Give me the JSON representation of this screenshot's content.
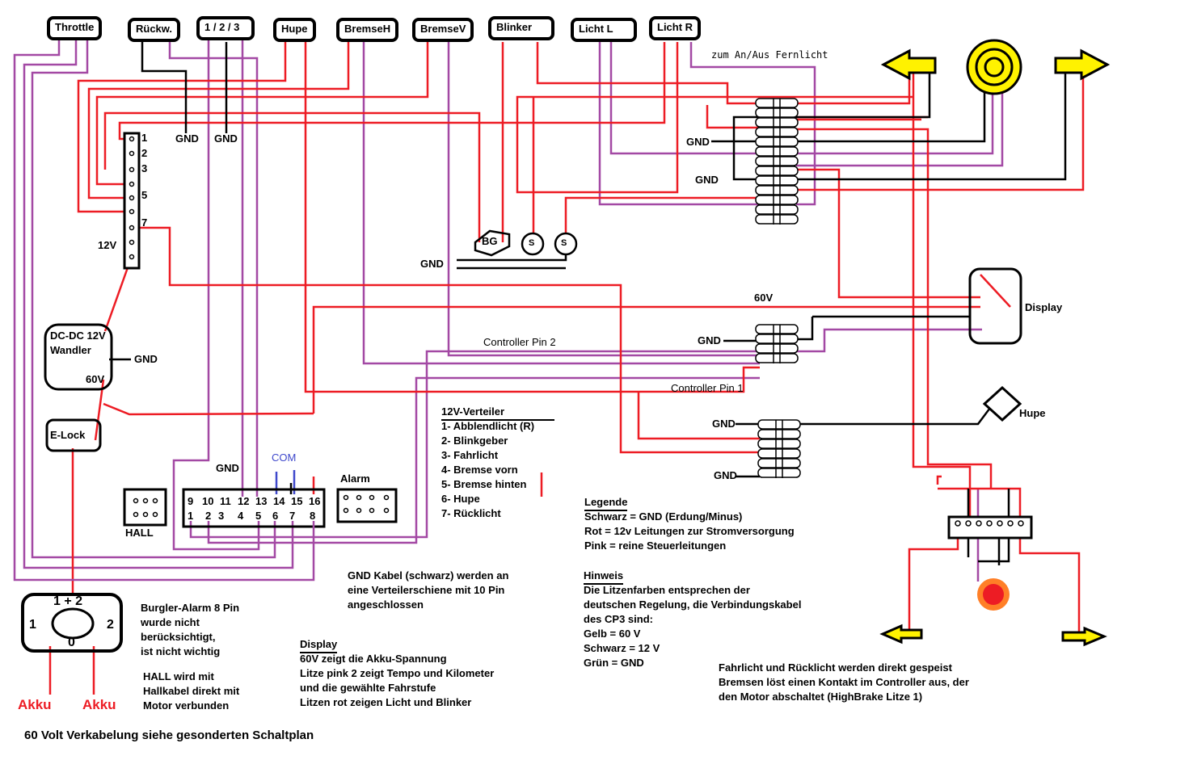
{
  "colors": {
    "red": "#ed1c24",
    "purple": "#a349a4",
    "black": "#000000",
    "blue": "#3f48cc",
    "yellow": "#fff200"
  },
  "switches": [
    "Throttle",
    "Rückw.",
    "1 / 2 / 3",
    "Hupe",
    "BremseH",
    "BremseV",
    "Blinker",
    "Licht L",
    "Licht R"
  ],
  "fernlicht_note": "zum An/Aus Fernlicht",
  "distributor_pins": [
    "1",
    "2",
    "3",
    "5",
    "7"
  ],
  "labels": {
    "gnd": "GND",
    "v12": "12V",
    "v60": "60V",
    "display": "Display",
    "hupe": "Hupe",
    "ctrl_pin2": "Controller Pin 2",
    "ctrl_pin1": "Controller Pin 1",
    "bg": "BG",
    "s": "S",
    "com": "COM",
    "alarm": "Alarm",
    "hall": "HALL",
    "elock": "E-Lock",
    "dcdc1": "DC-DC 12V",
    "dcdc2": "Wandler",
    "key_top": "1 + 2",
    "key_left": "1",
    "key_right": "2",
    "key_bottom": "0",
    "akku": "Akku"
  },
  "controller_pins_top": [
    "9",
    "10",
    "11",
    "12",
    "13",
    "14",
    "15",
    "16"
  ],
  "controller_pins_bottom": [
    "1",
    "2",
    "3",
    "4",
    "5",
    "6",
    "7",
    "8"
  ],
  "verteiler": {
    "title": "12V-Verteiler",
    "items": [
      "1- Abblendlicht (R)",
      "2- Blinkgeber",
      "3- Fahrlicht",
      "4- Bremse vorn",
      "5- Bremse hinten",
      "6- Hupe",
      "7- Rücklicht"
    ]
  },
  "legende": {
    "title": "Legende",
    "items": [
      "Schwarz = GND (Erdung/Minus)",
      "Rot = 12v Leitungen zur Stromversorgung",
      "Pink = reine Steuerleitungen"
    ]
  },
  "hinweis": {
    "title": "Hinweis",
    "items": [
      "Die Litzenfarben entsprechen der",
      "deutschen Regelung, die Verbindungskabel",
      "des CP3 sind:",
      "Gelb = 60 V",
      "Schwarz = 12 V",
      "Grün = GND"
    ]
  },
  "display_note": {
    "title": "Display",
    "items": [
      "60V zeigt die Akku-Spannung",
      "Litze pink 2 zeigt Tempo und Kilometer",
      "und die gewählte Fahrstufe",
      "Litzen rot zeigen Licht und Blinker"
    ]
  },
  "gnd_note": [
    "GND Kabel (schwarz) werden an",
    "eine Verteilerschiene mit 10 Pin",
    "angeschlossen"
  ],
  "alarm_note": [
    "Burgler-Alarm 8 Pin",
    "wurde nicht",
    "berücksichtigt,",
    "ist nicht wichtig"
  ],
  "hall_note": [
    "HALL wird mit",
    "Hallkabel direkt mit",
    "Motor verbunden"
  ],
  "light_note": [
    "Fahrlicht und Rücklicht werden direkt gespeist",
    "Bremsen löst einen Kontakt im Controller aus, der",
    "den Motor abschaltet (HighBrake Litze 1)"
  ],
  "footer": "60 Volt Verkabelung siehe gesonderten Schaltplan"
}
